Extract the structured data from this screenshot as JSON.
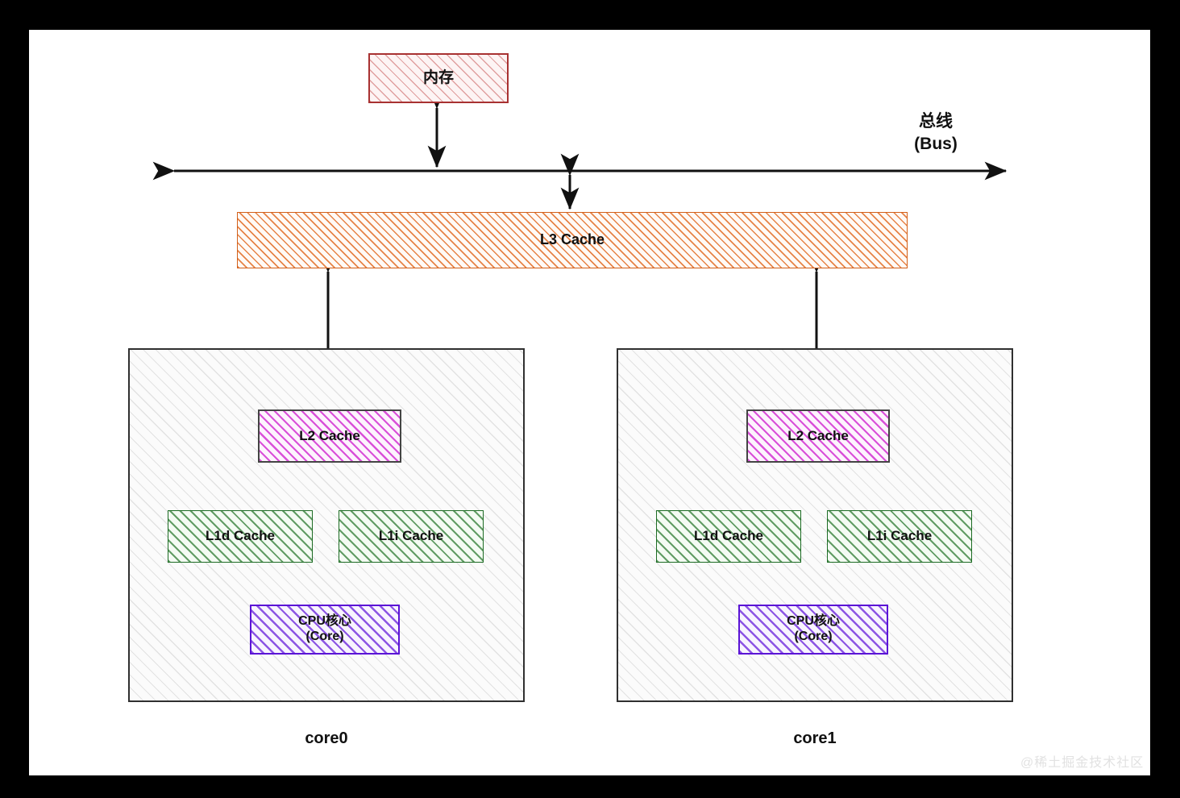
{
  "diagram": {
    "title_hidden": "",
    "bus": {
      "label_cn": "总线",
      "label_en": "(Bus)",
      "label": "总线\n(Bus)"
    },
    "memory": {
      "label": "内存",
      "border_color": "#a83232",
      "hatch_color": "#c85a5a"
    },
    "l3": {
      "label": "L3 Cache",
      "border_color": "#d2601a",
      "hatch_color": "#e26e28"
    },
    "cores": [
      {
        "name": "core0",
        "caption": "core0",
        "l2": {
          "label": "L2 Cache",
          "border_color": "#444444",
          "hatch_color": "#d028d0"
        },
        "l1d": {
          "label": "L1d Cache",
          "border_color": "#1d6b24",
          "hatch_color": "#28782d"
        },
        "l1i": {
          "label": "L1i Cache",
          "border_color": "#1d6b24",
          "hatch_color": "#28782d"
        },
        "cpu": {
          "label": "CPU核心\n(Core)",
          "label_cn": "CPU核心",
          "label_en": "(Core)",
          "border_color": "#5b14d6",
          "hatch_color": "#6e28dc"
        }
      },
      {
        "name": "core1",
        "caption": "core1",
        "l2": {
          "label": "L2 Cache",
          "border_color": "#444444",
          "hatch_color": "#d028d0"
        },
        "l1d": {
          "label": "L1d Cache",
          "border_color": "#1d6b24",
          "hatch_color": "#28782d"
        },
        "l1i": {
          "label": "L1i Cache",
          "border_color": "#1d6b24",
          "hatch_color": "#28782d"
        },
        "cpu": {
          "label": "CPU核心\n(Core)",
          "label_cn": "CPU核心",
          "label_en": "(Core)",
          "border_color": "#5b14d6",
          "hatch_color": "#6e28dc"
        }
      }
    ],
    "watermark": "@稀土掘金技术社区",
    "frame_color": "#000000",
    "canvas_color": "#ffffff"
  }
}
